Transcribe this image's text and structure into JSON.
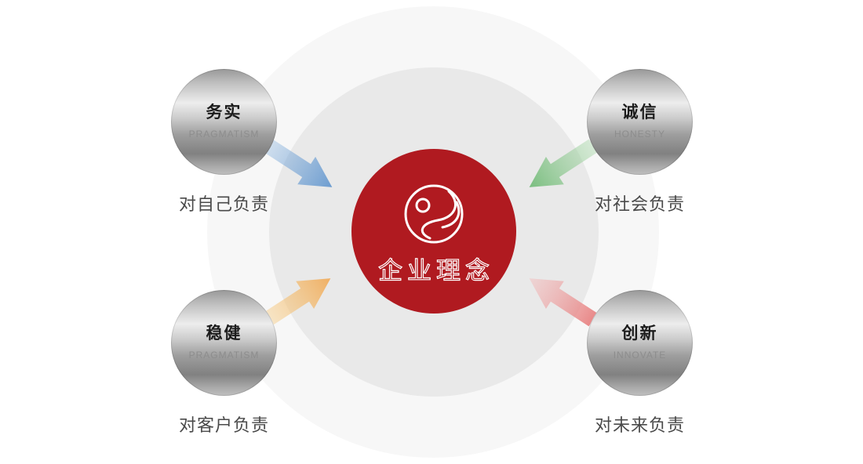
{
  "center": {
    "title": "企业理念",
    "logo": "s-in-circle-logo",
    "color": "#b01a20"
  },
  "rings": {
    "outer_color": "#f7f7f7",
    "inner_color": "#e9e9e9"
  },
  "nodes": [
    {
      "position": "top-left",
      "cn": "务实",
      "en": "PRAGMATISM",
      "caption": "对自己负责",
      "arrow": {
        "tail": "rgba(133,176,220,0.35)",
        "head": "rgba(98,150,206,0.92)"
      }
    },
    {
      "position": "top-right",
      "cn": "诚信",
      "en": "HONESTY",
      "caption": "对社会负责",
      "arrow": {
        "tail": "rgba(163,212,163,0.40)",
        "head": "rgba(112,186,118,0.92)"
      }
    },
    {
      "position": "bottom-left",
      "cn": "稳健",
      "en": "PRAGMATISM",
      "caption": "对客户负责",
      "arrow": {
        "tail": "rgba(246,208,142,0.45)",
        "head": "rgba(240,172,92,0.95)"
      }
    },
    {
      "position": "bottom-right",
      "cn": "创新",
      "en": "INNOVATE",
      "caption": "对未来负责",
      "arrow": {
        "tail": "rgba(230,118,118,0.85)",
        "head": "rgba(244,182,182,0.40)"
      }
    }
  ]
}
